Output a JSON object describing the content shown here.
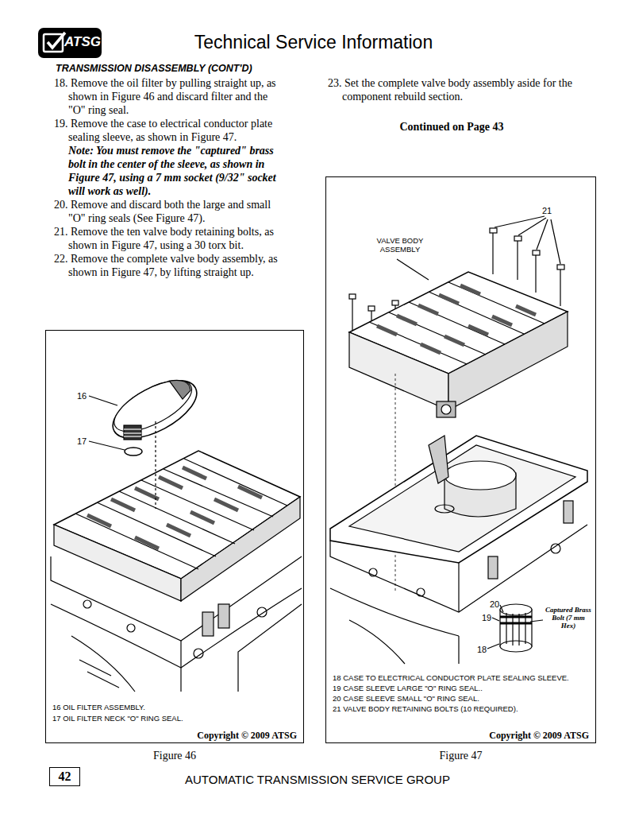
{
  "diagram": {
    "title": "Technical Service Information",
    "nodes": [
      {
        "text": [
          "ATSG"
        ]
      },
      {
        "text": [
          "16",
          "17",
          "16 OIL FILTER ASSEMBLY.",
          "17 OIL FILTER NECK \"O\" RING SEAL.",
          "Copyright © 2009 ATSG",
          "Figure 46"
        ]
      },
      {
        "text": [
          "21",
          "VALVE BODY ASSEMBLY",
          "20",
          "19",
          "18",
          "Captured Brass Bolt (7 mm Hex)",
          "18 CASE TO ELECTRICAL CONDUCTOR PLATE SEALING SLEEVE.",
          "19 CASE SLEEVE LARGE \"O\" RING SEAL..",
          "20 CASE SLEEVE SMALL \"O\" RING SEAL.",
          "21 VALVE BODY RETAINING BOLTS (10 REQUIRED).",
          "Copyright © 2009 ATSG",
          "Figure 47"
        ]
      },
      {
        "text": [
          "42"
        ]
      }
    ],
    "labels": [
      "TRANSMISSION DISASSEMBLY (CONT'D)",
      "18. Remove the oil filter by pulling straight up, as shown in Figure 46 and discard filter and the \"O\" ring seal.",
      "19. Remove the case to electrical conductor plate sealing sleeve, as shown in Figure 47.",
      "Note: You must remove the \"captured\" brass bolt in the center of the sleeve, as shown in Figure 47, using a 7 mm socket (9/32\" socket will work as well).",
      "20. Remove and discard both the large and small \"O\" ring seals  (See Figure 47).",
      "21. Remove the ten valve body retaining bolts, as shown in Figure 47, using a 30 torx bit.",
      "22. Remove the complete valve body assembly, as shown in Figure 47, by lifting straight up.",
      "23. Set the complete valve body assembly aside for the component rebuild section.",
      "Continued on Page 43",
      "AUTOMATIC TRANSMISSION SERVICE GROUP"
    ]
  }
}
